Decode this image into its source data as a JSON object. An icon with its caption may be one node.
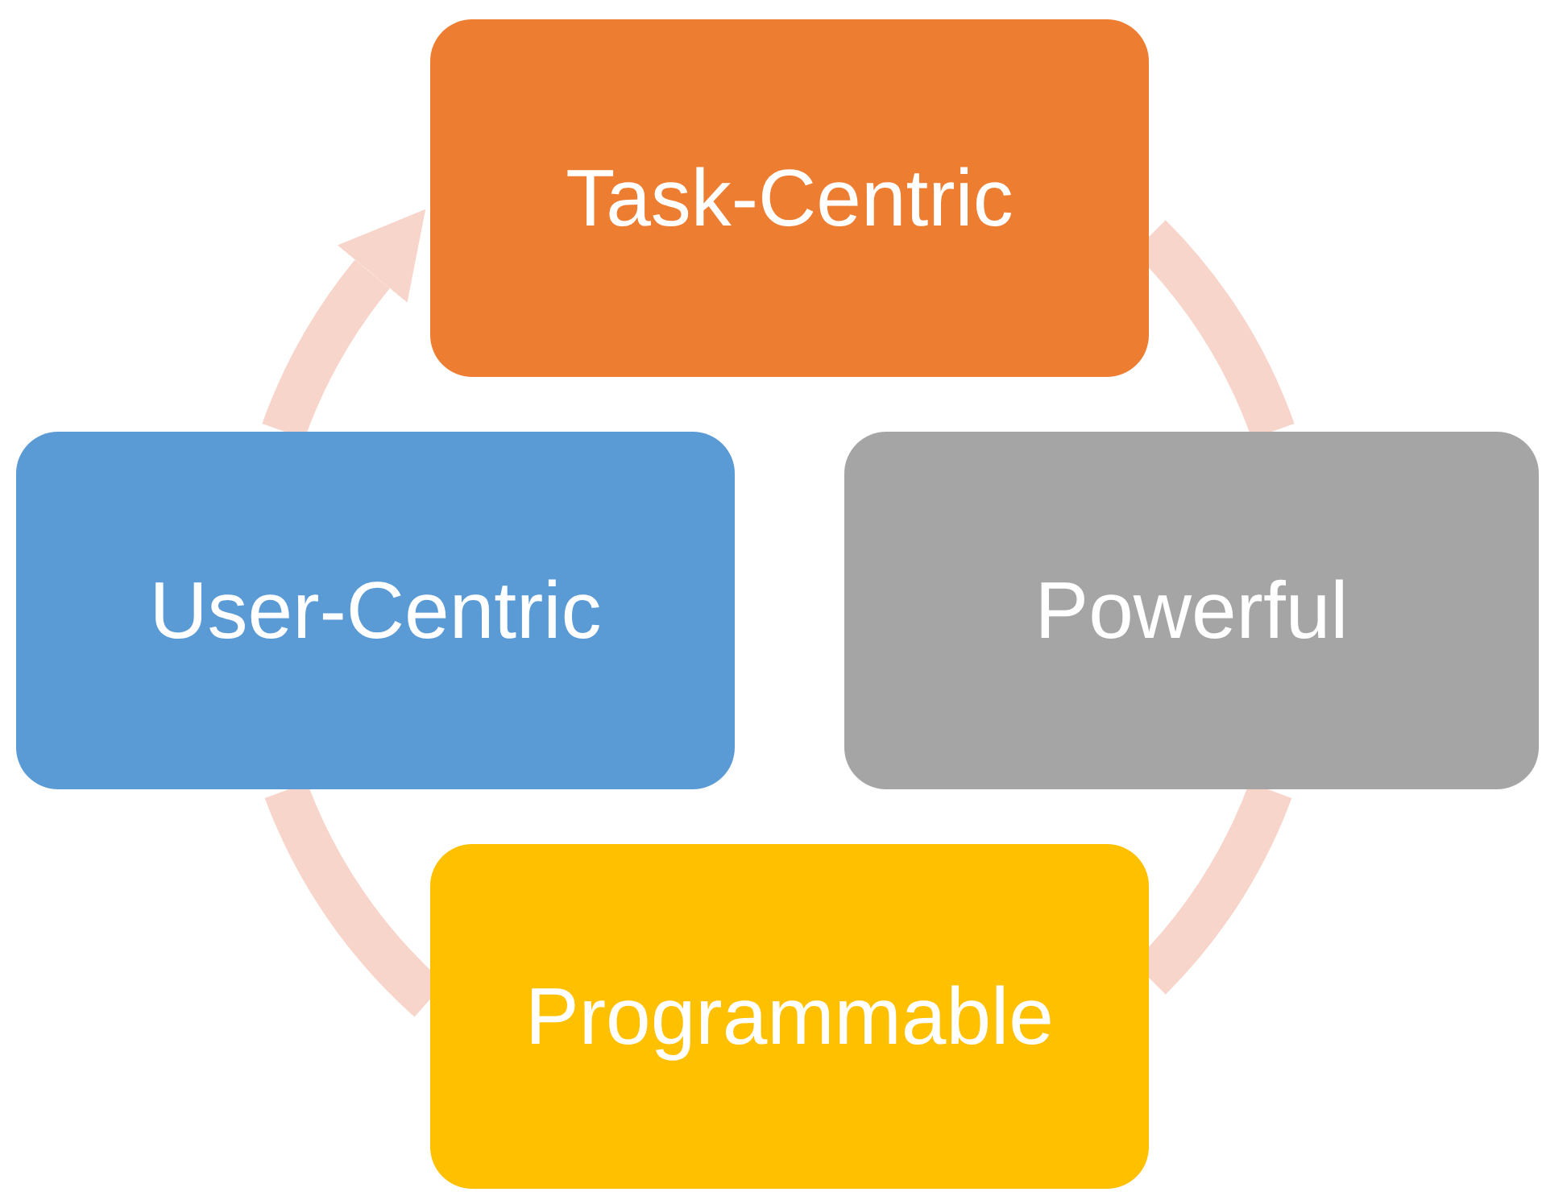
{
  "diagram": {
    "nodes": [
      {
        "text": [
          "Task-Centric"
        ]
      },
      {
        "text": [
          "Powerful"
        ]
      },
      {
        "text": [
          "Programmable"
        ]
      },
      {
        "text": [
          "User-Centric"
        ]
      }
    ],
    "edges": [
      {
        "from": 0,
        "to": 1,
        "arrow": "none"
      },
      {
        "from": 1,
        "to": 2,
        "arrow": "none"
      },
      {
        "from": 2,
        "to": 3,
        "arrow": "none"
      },
      {
        "from": 3,
        "to": 0,
        "arrow": "to"
      }
    ]
  }
}
